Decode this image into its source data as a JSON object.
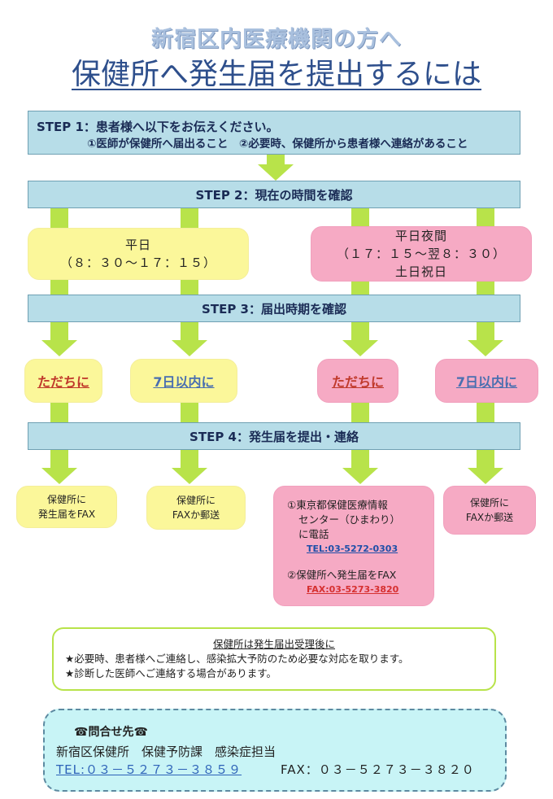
{
  "header": {
    "title": "新宿区内医療機関の方へ",
    "subtitle": "保健所へ発生届を提出するには"
  },
  "step1": {
    "heading": "STEP 1：患者様へ以下をお伝えください。",
    "detail": "①医師が保健所へ届出ること　②必要時、保健所から患者様へ連絡があること"
  },
  "step2": {
    "heading": "STEP 2：現在の時間を確認"
  },
  "time_boxes": {
    "weekday": {
      "line1": "平日",
      "line2": "（８：３０〜１７：１５）"
    },
    "night": {
      "line1": "平日夜間",
      "line2": "（１７：１５〜翌８：３０）",
      "line3": "土日祝日"
    }
  },
  "step3": {
    "heading": "STEP 3：届出時期を確認"
  },
  "timing": {
    "weekday_now": "ただちに",
    "weekday_7days": "7日以内に",
    "night_now": "ただちに",
    "night_7days": "7日以内に"
  },
  "step4": {
    "heading": "STEP 4：発生届を提出・連絡"
  },
  "actions": {
    "weekday_now_1": "保健所に",
    "weekday_now_2": "発生届をFAX",
    "weekday_7days_1": "保健所に",
    "weekday_7days_2": "FAXか郵送",
    "night_now_1": "①東京都保健医療情報",
    "night_now_2": "センター（ひまわり）",
    "night_now_3": "に電話",
    "night_now_tel": "TEL:03-5272-0303",
    "night_now_4": "②保健所へ発生届をFAX",
    "night_now_fax": "FAX:03-5273-3820",
    "night_7days_1": "保健所に",
    "night_7days_2": "FAXか郵送"
  },
  "notice": {
    "heading": "保健所は発生届出受理後に",
    "item1": "★必要時、患者様へご連絡し、感染拡大予防のため必要な対応を取ります。",
    "item2": "★診断した医師へご連絡する場合があります。"
  },
  "contact": {
    "heading": "☎問合せ先☎",
    "department": "新宿区保健所　保健予防課　感染症担当",
    "tel": "TEL:０３－５２７３－３８５９",
    "fax": "FAX：０３－５２７３－３８２０"
  },
  "colors": {
    "step_bar": "#b7dde8",
    "arrow": "#b8e34a",
    "weekday_box": "#fbf79a",
    "night_box": "#f6aac4",
    "contact_box": "#c8f4f6",
    "title_blue": "#2e4f8c"
  }
}
